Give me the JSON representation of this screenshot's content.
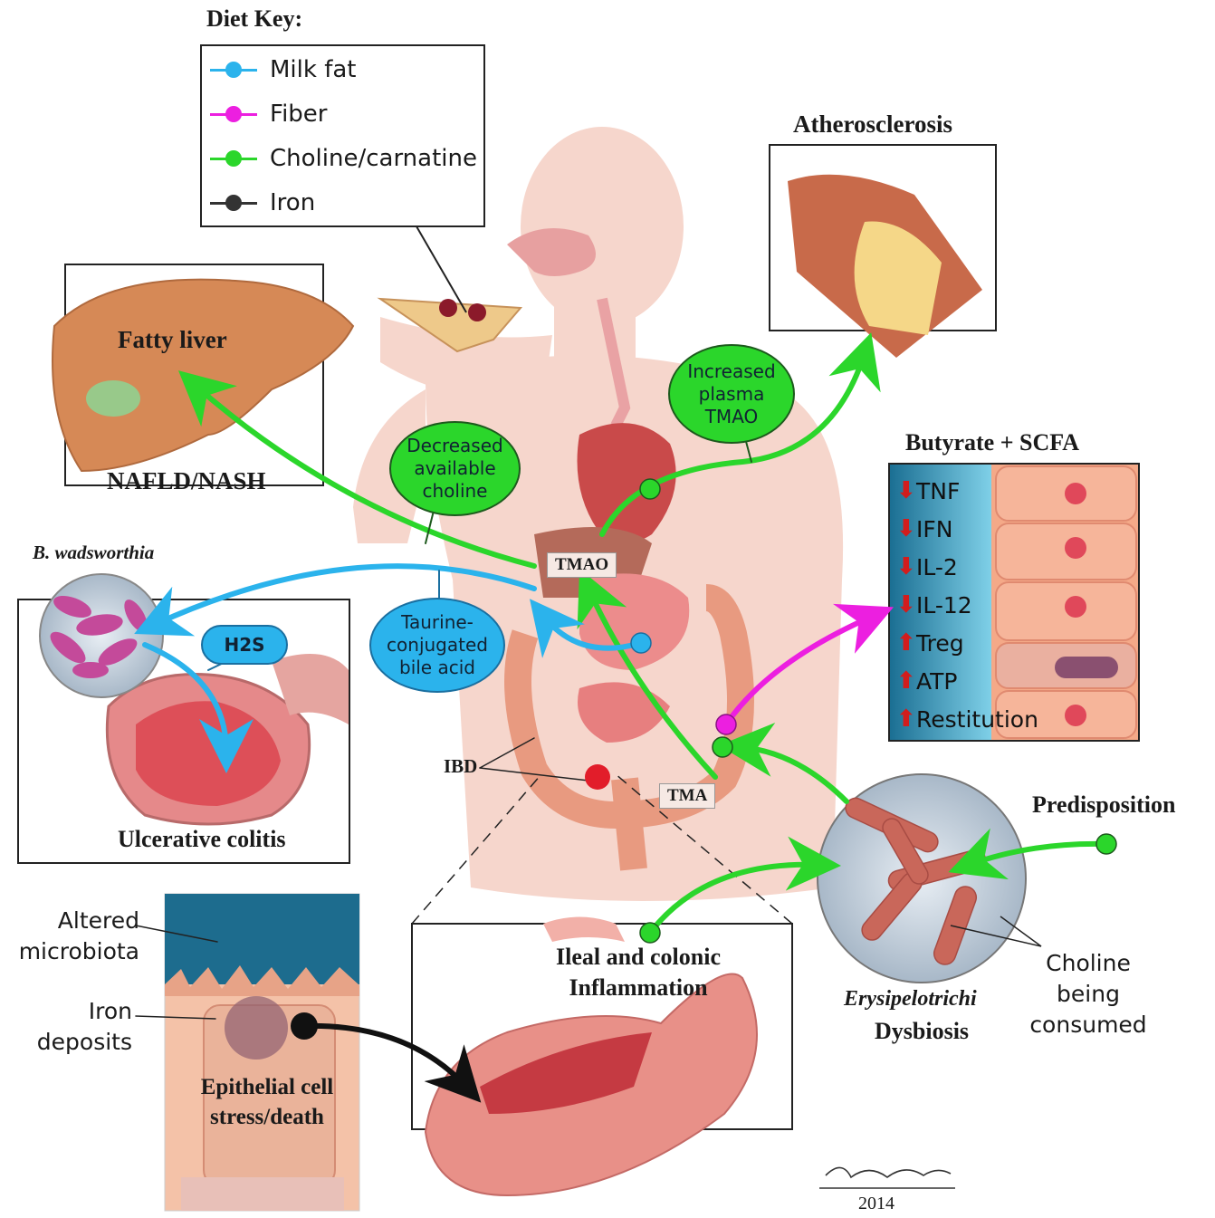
{
  "diet_key": {
    "title": "Diet Key:",
    "items": [
      {
        "label": "Milk fat",
        "color": "#2bb3ec"
      },
      {
        "label": "Fiber",
        "color": "#ec1fe0"
      },
      {
        "label": "Choline/carnatine",
        "color": "#2bd62b"
      },
      {
        "label": "Iron",
        "color": "#333333"
      }
    ]
  },
  "panels": {
    "fatty_liver": {
      "title": "Fatty liver",
      "caption": "NAFLD/NASH"
    },
    "atherosclerosis": {
      "title": "Atherosclerosis"
    },
    "butyrate": {
      "title": "Butyrate + SCFA"
    },
    "ulcerative": {
      "organism": "B. wadsworthia",
      "gas": "H2S",
      "caption": "Ulcerative colitis"
    },
    "epithelial": {
      "label_microbiota": "Altered microbiota",
      "label_iron": "Iron deposits",
      "caption": "Epithelial cell stress/death"
    },
    "inflammation": {
      "title": "Ileal and colonic Inflammation"
    },
    "dysbiosis": {
      "organism": "Erysipelotrichi",
      "caption": "Dysbiosis",
      "consumed": "Choline being consumed",
      "predisposition": "Predisposition"
    }
  },
  "bubbles": {
    "decreased": "Decreased available choline",
    "increased": "Increased plasma TMAO",
    "taurine": "Taurine- conjugated bile acid"
  },
  "tags": {
    "tmao": "TMAO",
    "tma": "TMA",
    "ibd": "IBD"
  },
  "scfa_effects": [
    {
      "dir": "down",
      "label": "TNF"
    },
    {
      "dir": "down",
      "label": "IFN"
    },
    {
      "dir": "down",
      "label": "IL-2"
    },
    {
      "dir": "down",
      "label": "IL-12"
    },
    {
      "dir": "up",
      "label": "Treg"
    },
    {
      "dir": "up",
      "label": "ATP"
    },
    {
      "dir": "up",
      "label": "Restitution"
    }
  ],
  "signature": {
    "year": "2014"
  }
}
